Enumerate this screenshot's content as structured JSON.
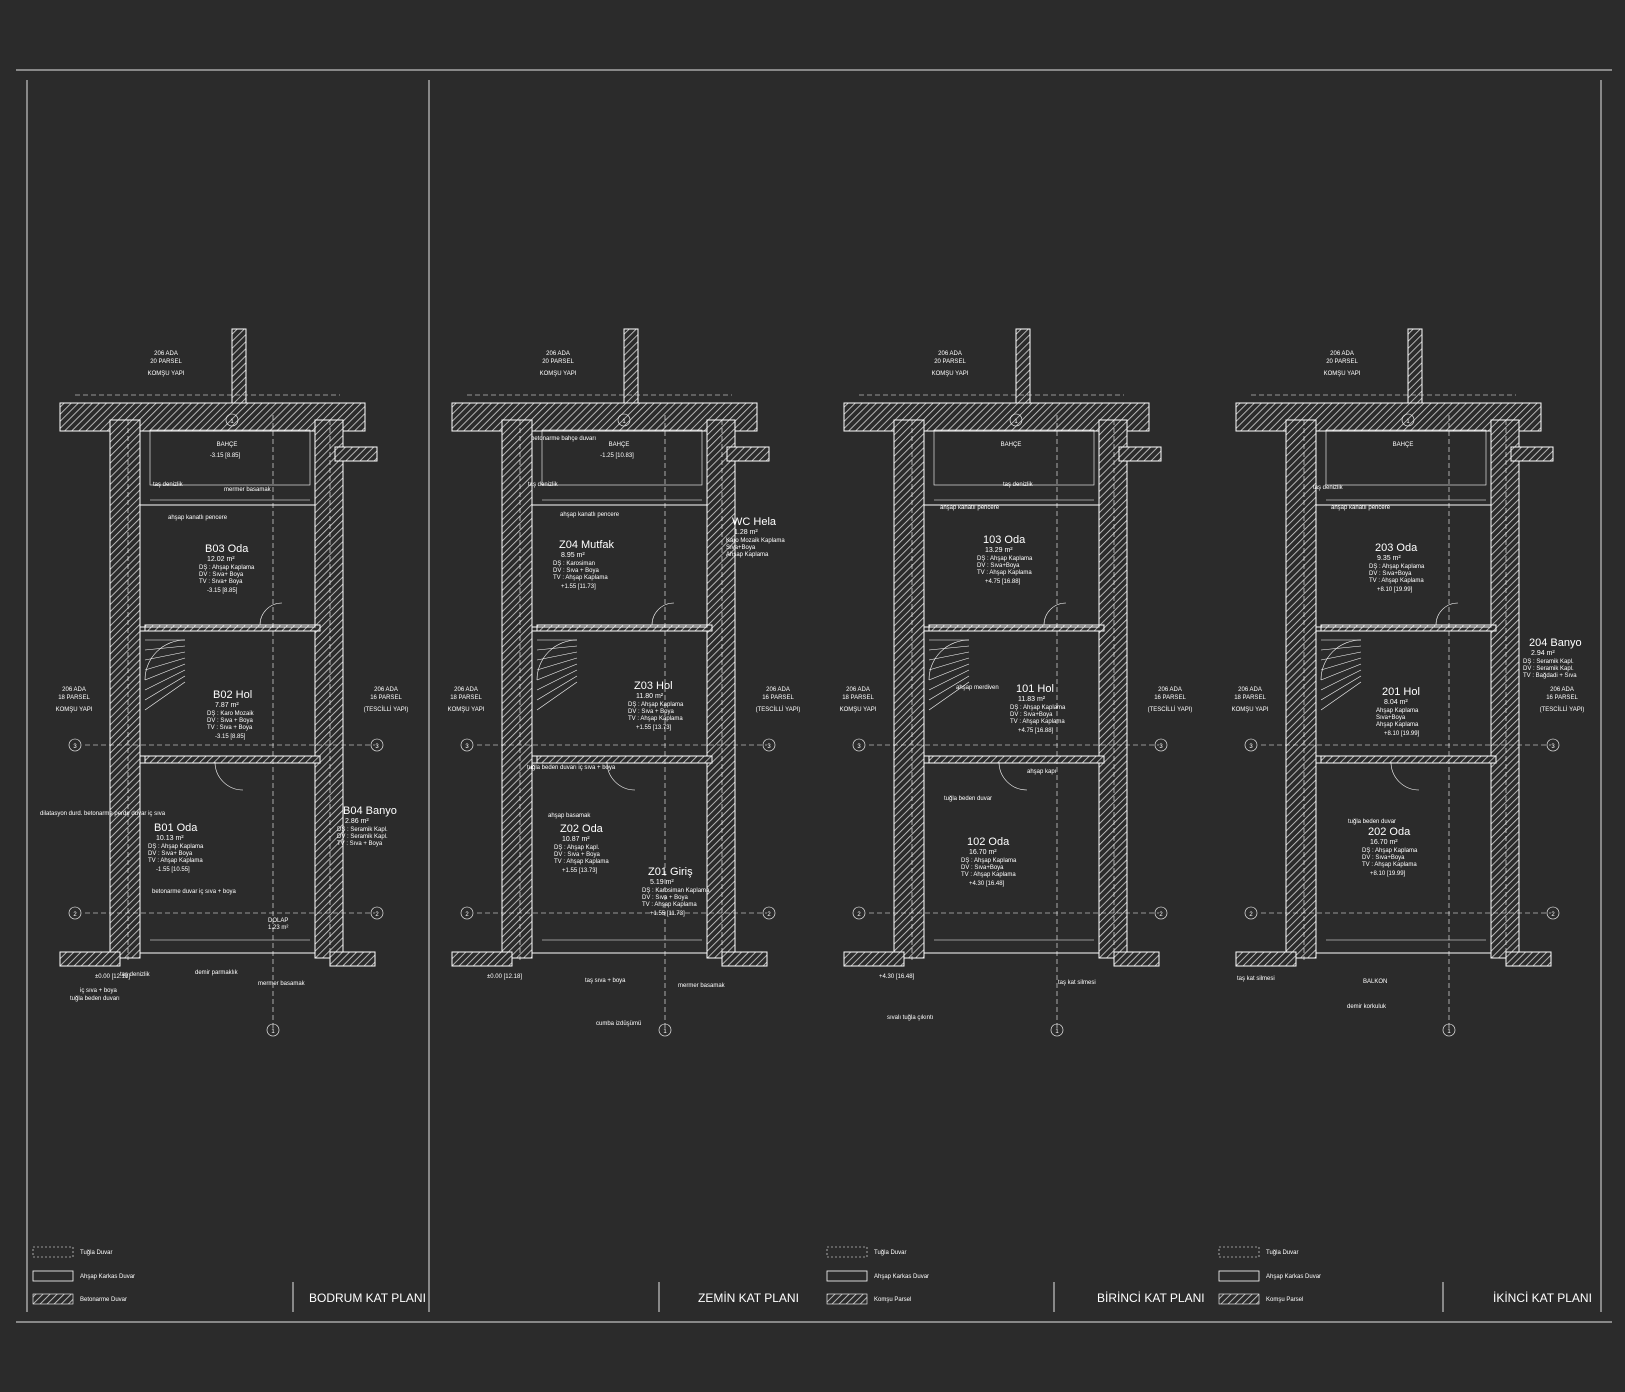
{
  "neighbors": {
    "top": [
      "206 ADA",
      "20 PARSEL",
      "KOMŞU YAPI"
    ],
    "left": [
      "206 ADA",
      "18 PARSEL",
      "KOMŞU YAPI"
    ],
    "right": [
      "206 ADA",
      "16 PARSEL",
      "(TESCİLLİ YAPI)"
    ],
    "garden": "BAHÇE"
  },
  "axes": {
    "a1": "1",
    "a2": "2",
    "a3": "3"
  },
  "legend": {
    "brick": "Tuğla Duvar",
    "timber": "Ahşap Karkas Duvar",
    "concrete": "Betonarme Duvar",
    "neighbor": "Komşu Parsel"
  },
  "plans": [
    {
      "title": "BODRUM KAT PLANI",
      "level_top": "-3.15 [8.85]",
      "level_bottom": "±0.00 [12.18]",
      "rooms": [
        {
          "name": "B03  Oda",
          "area": "12.02 m²",
          "lines": [
            "DŞ :  Ahşap Kaplama",
            "DV :  Sıva+ Boya",
            "TV :  Sıva+ Boya"
          ],
          "level": "-3.15 [8.85]"
        },
        {
          "name": "B02  Hol",
          "area": "7.87  m²",
          "lines": [
            "DŞ :  Karo Mozaik",
            "DV :  Sıva + Boya",
            "TV :  Sıva + Boya"
          ],
          "level": "-3.15 [8.85]"
        },
        {
          "name": "B01 Oda",
          "area": "10.13  m²",
          "lines": [
            "DŞ :  Ahşap Kaplama",
            "DV :  Sıva+ Boya",
            "TV :  Ahşap Kaplama"
          ],
          "level": "-1.55 [10.55]"
        },
        {
          "name": "B04  Banyo",
          "area": "2.86  m²",
          "lines": [
            "DŞ :  Seramik Kapl.",
            "DV :  Seramik Kapl.",
            "TV :  Sıva + Boya"
          ],
          "level": ""
        }
      ],
      "notes": [
        "mermer basamak",
        "taş denizlik",
        "ahşap kanatlı pencere",
        "dilatasyon durd. betonarme perde duvar iç sıva",
        "betonarme duvar iç sıva + boya",
        "DOLAP",
        "1.23 m²",
        "taş denizlik",
        "demir parmaklık",
        "iç sıva + boya",
        "tuğla beden duvarı",
        "mermer basamak"
      ]
    },
    {
      "title": "ZEMİN KAT PLANI",
      "level_top": "-1.25 [10.83]",
      "level_bottom": "±0.00 [12.18]",
      "rooms": [
        {
          "name": "Z04  Mutfak",
          "area": "8.95 m²",
          "lines": [
            "DŞ :  Karosiman",
            "DV :  Sıva + Boya",
            "TV :  Ahşap Kaplama"
          ],
          "level": "+1.55 [11.73]"
        },
        {
          "name": "WC Hela",
          "area": "1.28 m²",
          "lines": [
            "Karo Mozaik Kaplama",
            "Sıva+Boya",
            "Ahşap Kaplama"
          ],
          "level": ""
        },
        {
          "name": "Z03  Hol",
          "area": "11.80 m²",
          "lines": [
            "DŞ :  Ahşap Kaplama",
            "DV :  Sıva + Boya",
            "TV :  Ahşap Kaplama"
          ],
          "level": "+1.55 [13.73]"
        },
        {
          "name": "Z02   Oda",
          "area": "10.87 m²",
          "lines": [
            "DŞ :  Ahşap Kapl.",
            "DV :  Sıva + Boya",
            "TV :  Ahşap Kaplama"
          ],
          "level": "+1.55 [13.73]"
        },
        {
          "name": "Z01 Giriş",
          "area": "5.19 m²",
          "lines": [
            "DŞ :  Karosiman Kaplama",
            "DV :  Sıva + Boya",
            "TV :  Ahşap Kaplama"
          ],
          "level": "+1.55 [11.73]"
        }
      ],
      "notes": [
        "betonarme bahçe duvarı",
        "taş denizlik",
        "ahşap kanatlı pencere",
        "tuğla beden duvarı iç sıva + boya",
        "ahşap basamak",
        "cumba izdüşümü",
        "mermer basamak",
        "taş sıva + boya"
      ]
    },
    {
      "title": "BİRİNCİ KAT PLANI",
      "level_top": "",
      "level_bottom": "+4.30 [16.48]",
      "rooms": [
        {
          "name": "103  Oda",
          "area": "13.29 m²",
          "lines": [
            "DŞ :  Ahşap Kaplama",
            "DV :  Sıva+Boya",
            "TV :  Ahşap Kaplama"
          ],
          "level": "+4.75 [16.88]"
        },
        {
          "name": "101 Hol",
          "area": "11.83 m²",
          "lines": [
            "DŞ :  Ahşap Kaplama",
            "DV :  Sıva+Boya",
            "TV :  Ahşap Kaplama"
          ],
          "level": "+4.75 [16.88]"
        },
        {
          "name": "102  Oda",
          "area": "16.70 m²",
          "lines": [
            "DŞ :  Ahşap Kaplama",
            "DV :  Sıva+Boya",
            "TV :  Ahşap Kaplama"
          ],
          "level": "+4.30 [16.48]"
        }
      ],
      "notes": [
        "taş denizlik",
        "ahşap kanatlı pencere",
        "ahşap merdiven",
        "tuğla beden duvar",
        "ahşap kapı",
        "sıvalı tuğla çıkıntı",
        "taş kat silmesi"
      ]
    },
    {
      "title": "İKİNCİ KAT PLANI",
      "level_top": "",
      "level_bottom": "",
      "rooms": [
        {
          "name": "203  Oda",
          "area": "9.35 m²",
          "lines": [
            "DŞ :  Ahşap Kaplama",
            "DV :  Sıva+Boya",
            "TV :  Ahşap Kaplama"
          ],
          "level": "+8.10 [19.99]"
        },
        {
          "name": "204 Banyo",
          "area": "2.94  m²",
          "lines": [
            "DŞ :  Seramik Kapl.",
            "DV :  Seramik Kapl.",
            "TV :  Bağdadi + Sıva"
          ],
          "level": ""
        },
        {
          "name": "201 Hol",
          "area": "8.04 m²",
          "lines": [
            "Ahşap Kaplama",
            "Sıva+Boya",
            "Ahşap Kaplama"
          ],
          "level": "+8.10 [19.99]"
        },
        {
          "name": "202   Oda",
          "area": "16.70 m²",
          "lines": [
            "DŞ :  Ahşap Kaplama",
            "DV :  Sıva+Boya",
            "TV :  Ahşap Kaplama"
          ],
          "level": "+8.10 [19.99]"
        }
      ],
      "notes": [
        "BALKON",
        "ahşap kanatlı pencere",
        "taş denizlik",
        "demir korkuluk",
        "taş kat silmesi",
        "tuğla beden duvar"
      ]
    }
  ]
}
